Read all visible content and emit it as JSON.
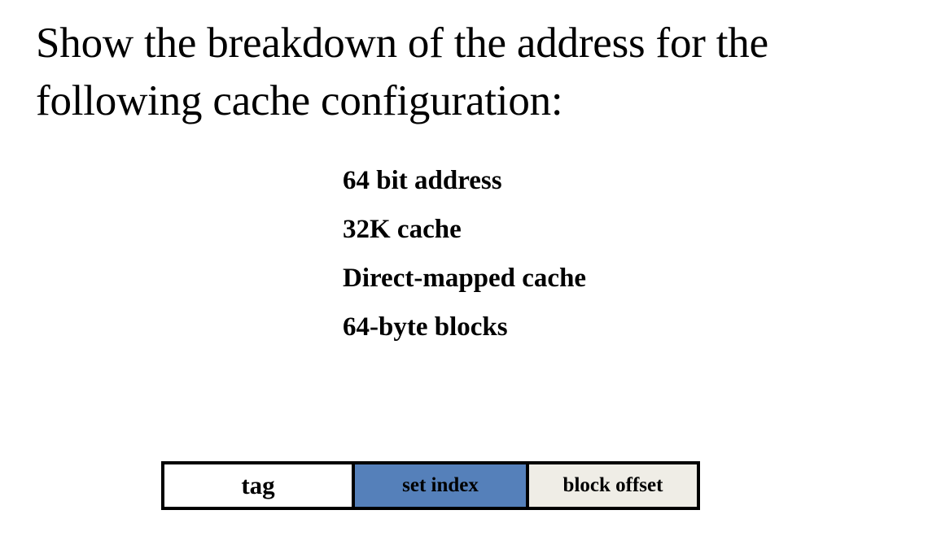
{
  "slide": {
    "title": "Show the breakdown of the address for the following cache configuration:",
    "config": {
      "items": [
        {
          "label": "64 bit address"
        },
        {
          "label": "32K cache"
        },
        {
          "label": "Direct-mapped cache"
        },
        {
          "label": "64-byte blocks"
        }
      ]
    },
    "address_diagram": {
      "fields": [
        {
          "label": "tag",
          "color": "#ffffff"
        },
        {
          "label": "set index",
          "color": "#5580ba"
        },
        {
          "label": "block offset",
          "color": "#efede6"
        }
      ],
      "border_color": "#000000"
    }
  }
}
